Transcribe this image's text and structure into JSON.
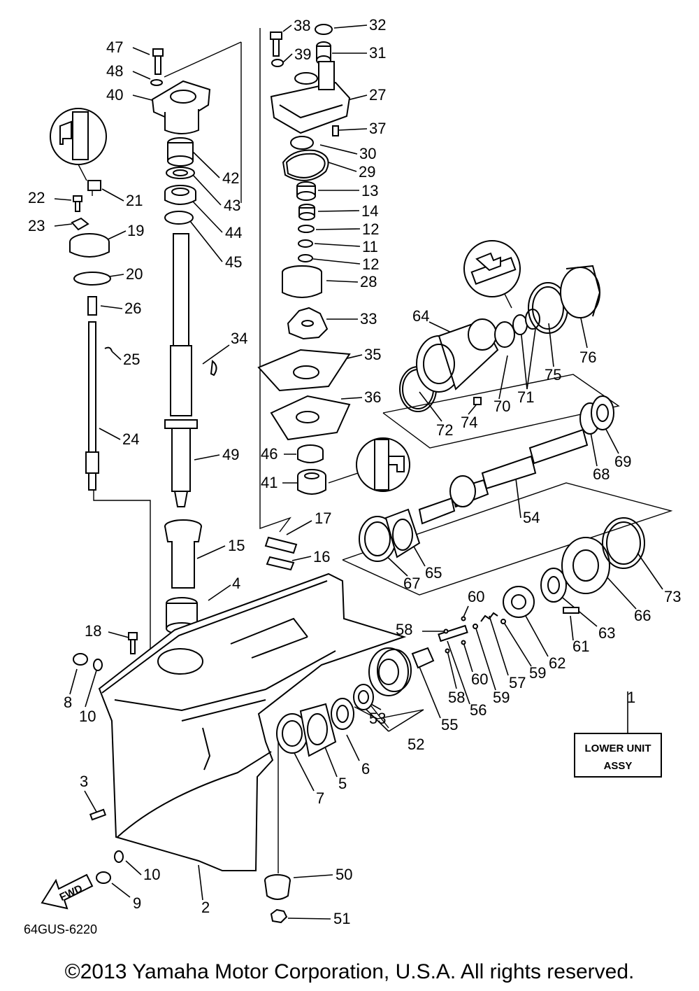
{
  "diagram": {
    "drawing_code": "64GUS-6220",
    "copyright": "©2013 Yamaha Motor Corporation, U.S.A. All rights reserved.",
    "assembly_box": {
      "line1": "LOWER UNIT",
      "line2": "ASSY"
    },
    "fwd_label": "FWD",
    "callouts": [
      "1",
      "2",
      "3",
      "4",
      "5",
      "6",
      "7",
      "8",
      "9",
      "10",
      "10",
      "11",
      "12",
      "12",
      "13",
      "14",
      "15",
      "16",
      "17",
      "18",
      "19",
      "20",
      "21",
      "22",
      "23",
      "24",
      "25",
      "26",
      "27",
      "28",
      "29",
      "30",
      "31",
      "32",
      "33",
      "34",
      "35",
      "36",
      "37",
      "38",
      "39",
      "40",
      "41",
      "42",
      "43",
      "44",
      "45",
      "46",
      "47",
      "48",
      "49",
      "50",
      "51",
      "52",
      "53",
      "54",
      "55",
      "56",
      "57",
      "58",
      "58",
      "59",
      "59",
      "60",
      "60",
      "61",
      "62",
      "63",
      "64",
      "65",
      "66",
      "67",
      "68",
      "69",
      "70",
      "71",
      "72",
      "73",
      "74",
      "75",
      "76"
    ]
  }
}
